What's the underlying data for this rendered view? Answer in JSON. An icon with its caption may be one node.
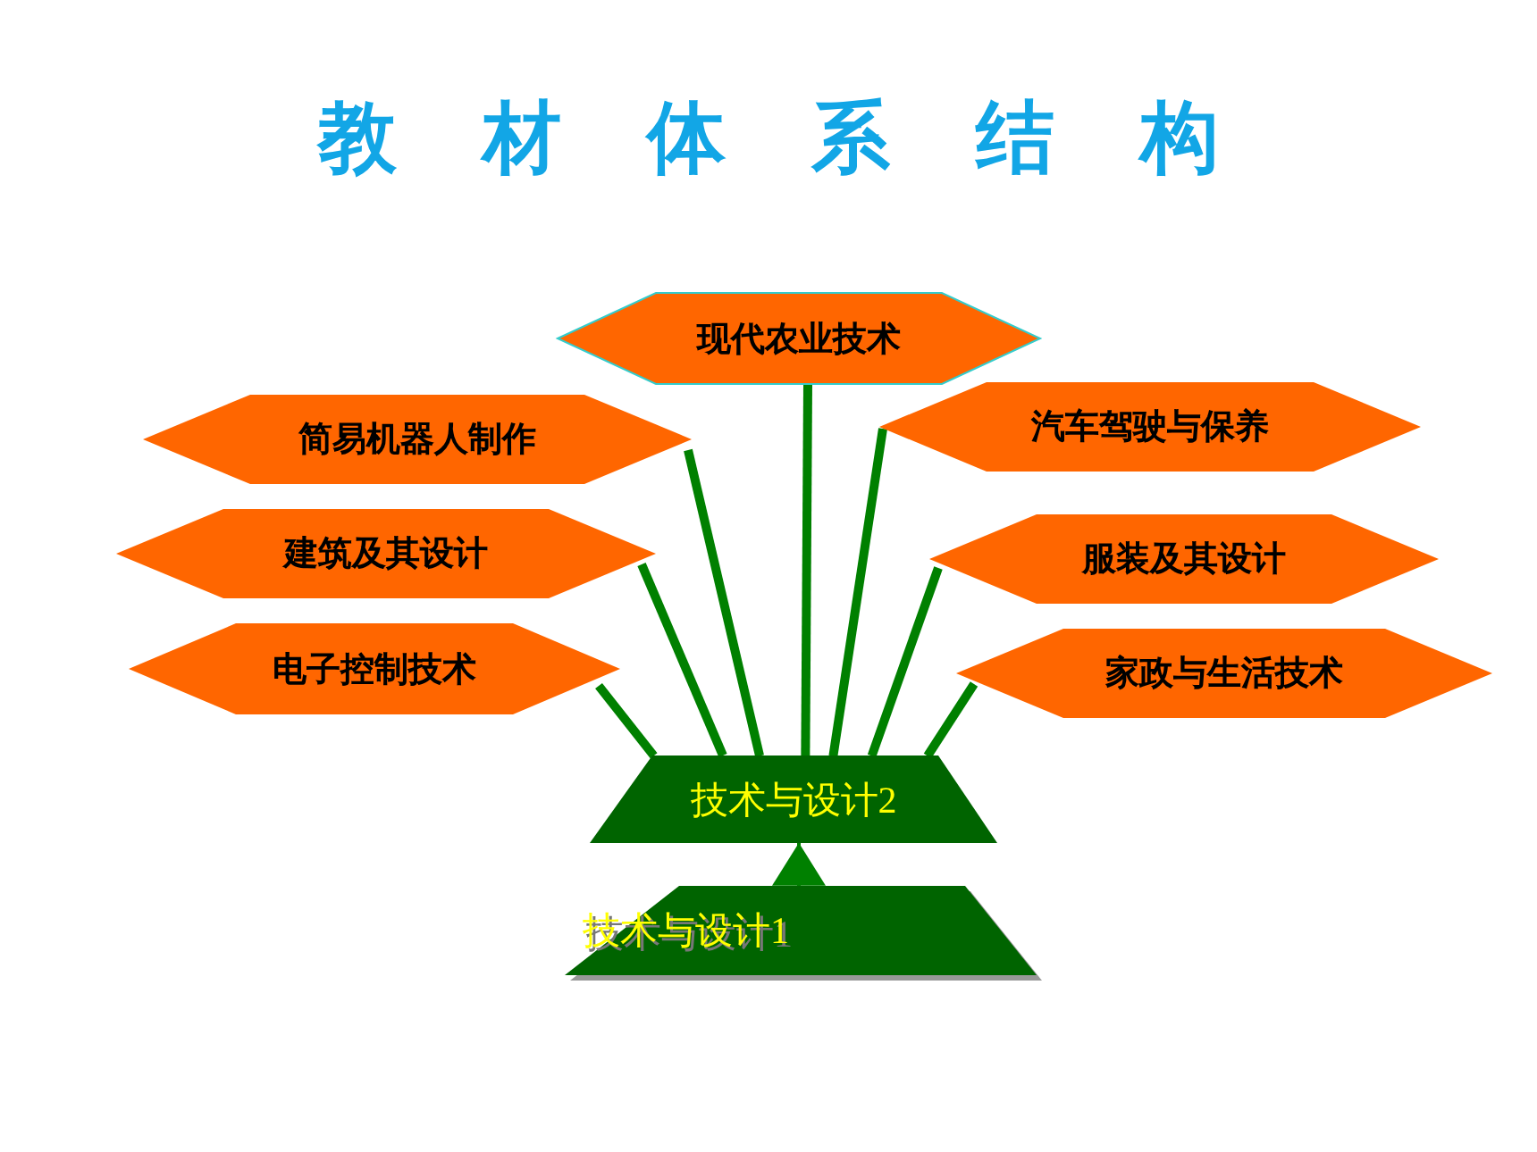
{
  "diagram": {
    "title": "教材体系结构",
    "nodes": [
      {
        "text": [
          "现代农业技术"
        ]
      },
      {
        "text": [
          "简易机器人制作"
        ]
      },
      {
        "text": [
          "汽车驾驶与保养"
        ]
      },
      {
        "text": [
          "建筑及其设计"
        ]
      },
      {
        "text": [
          "服装及其设计"
        ]
      },
      {
        "text": [
          "电子控制技术"
        ]
      },
      {
        "text": [
          "家政与生活技术"
        ]
      },
      {
        "text": [
          "技术与设计2"
        ]
      },
      {
        "text": [
          "技术与设计1"
        ]
      }
    ],
    "edges": [
      {
        "from": 0,
        "to": 7,
        "arrow": "none"
      },
      {
        "from": 1,
        "to": 7,
        "arrow": "none"
      },
      {
        "from": 2,
        "to": 7,
        "arrow": "none"
      },
      {
        "from": 3,
        "to": 7,
        "arrow": "none"
      },
      {
        "from": 4,
        "to": 7,
        "arrow": "none"
      },
      {
        "from": 5,
        "to": 7,
        "arrow": "none"
      },
      {
        "from": 6,
        "to": 7,
        "arrow": "none"
      },
      {
        "from": 8,
        "to": 7,
        "arrow": "to"
      }
    ]
  }
}
